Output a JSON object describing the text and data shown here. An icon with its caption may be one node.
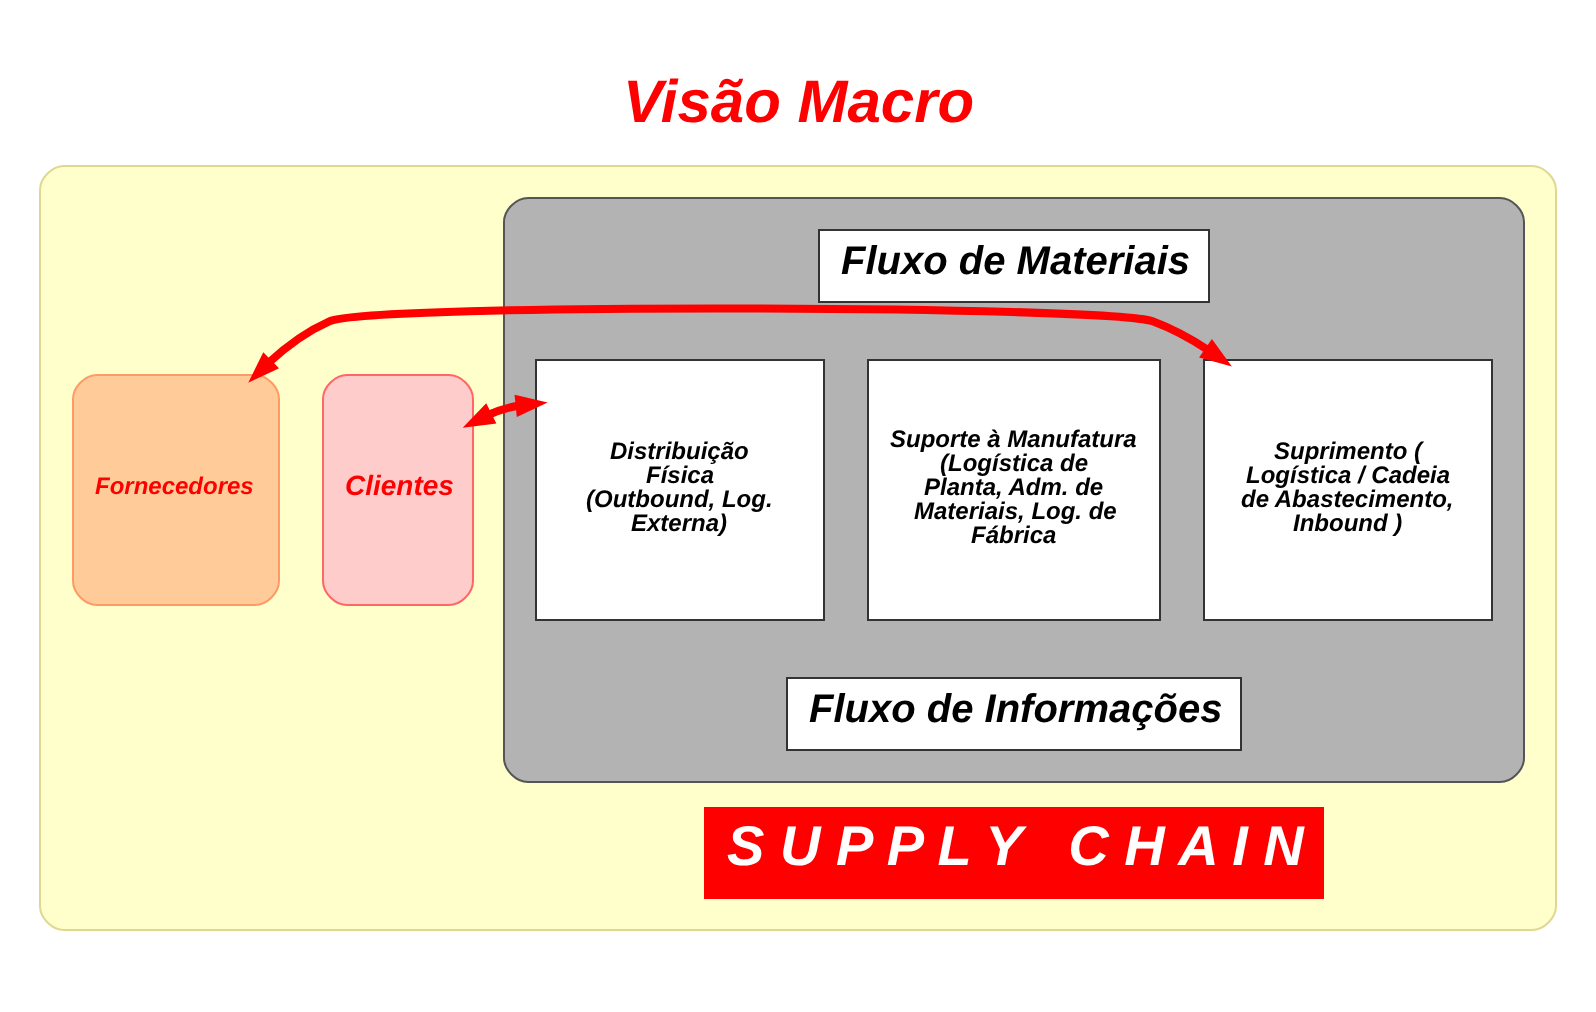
{
  "diagram": {
    "title": "Visão Macro",
    "nodes": [
      {
        "text": [],
        "shape": "box"
      },
      {
        "text": [],
        "shape": "box",
        "in": 0
      },
      {
        "text": [
          "Fluxo de Materiais"
        ],
        "in": 1
      },
      {
        "text": [
          "Clientes"
        ],
        "in": 0
      },
      {
        "text": [
          "Distribuição Física (Outbound, Log. Externa)"
        ],
        "in": 1
      },
      {
        "text": [
          "Suporte à Manufatura (Logística de Planta, Adm. de Materiais, Log. de Fábrica"
        ],
        "in": 1
      },
      {
        "text": [
          "Suprimento ( Logística / Cadeia de Abastecimento, Inbound )"
        ],
        "in": 1
      },
      {
        "text": [
          "Fornecedores"
        ],
        "in": 0
      },
      {
        "text": [
          "Fluxo de Informações"
        ],
        "in": 1
      },
      {
        "text": [
          "S U P P L Y   C H A I N"
        ],
        "in": 0
      }
    ],
    "edges": [
      {
        "from": 3,
        "to": 4,
        "arrow": "both"
      },
      {
        "from": 6,
        "to": 7,
        "arrow": "both"
      }
    ]
  }
}
